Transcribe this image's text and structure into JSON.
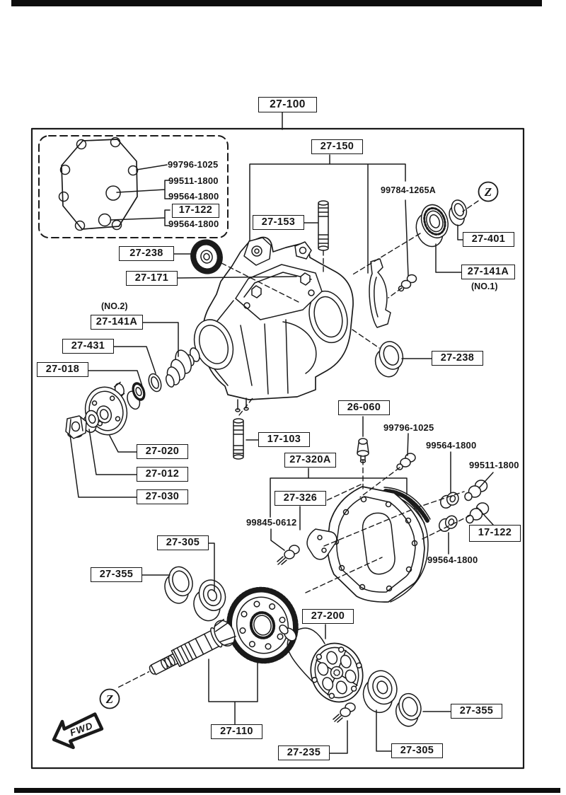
{
  "labels": {
    "a27_100": "27-100",
    "a27_150": "27-150",
    "a27_153": "27-153",
    "a27_401": "27-401",
    "a27_141a_no1": "27-141A",
    "a27_238_top": "27-238",
    "a27_171": "27-171",
    "a27_141a_no2": "27-141A",
    "a27_431": "27-431",
    "a27_018": "27-018",
    "a27_020": "27-020",
    "a27_012": "27-012",
    "a27_030": "27-030",
    "a17_103": "17-103",
    "a26_060": "26-060",
    "a27_320a": "27-320A",
    "a27_326": "27-326",
    "a27_238_right": "27-238",
    "a17_122_right": "17-122",
    "a17_122_inset": "17-122",
    "a27_305_left": "27-305",
    "a27_355_left": "27-355",
    "a27_200": "27-200",
    "a27_110": "27-110",
    "a27_235": "27-235",
    "a27_305_bottom": "27-305",
    "a27_355_right": "27-355"
  },
  "notes": {
    "no1": "(NO.1)",
    "no2": "(NO.2)"
  },
  "part_numbers": {
    "p99796_inset": "99796-1025",
    "p99511_inset": "99511-1800",
    "p99564_inset_top": "99564-1800",
    "p99564_inset_bottom": "99564-1800",
    "p99784": "99784-1265A",
    "p99796_right": "99796-1025",
    "p99564_right_top": "99564-1800",
    "p99511_right": "99511-1800",
    "p99564_right_bottom": "99564-1800",
    "p99845": "99845-0612"
  },
  "markers": {
    "z_top": "Z",
    "z_bottom": "Z",
    "fwd": "FWD"
  },
  "colors": {
    "line": "#1a1a1a",
    "background": "#ffffff",
    "bar": "#0d0d0d"
  }
}
